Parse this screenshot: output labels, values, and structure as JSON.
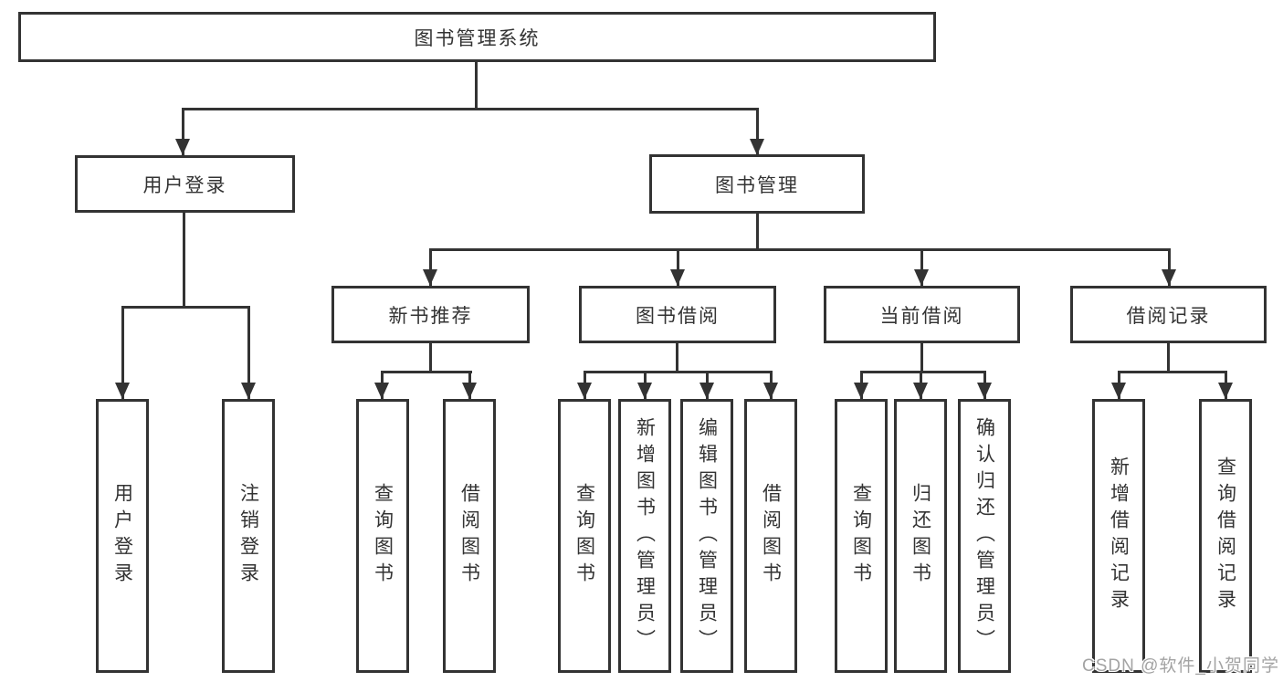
{
  "diagram": {
    "root": {
      "label": "图书管理系统"
    },
    "level2": {
      "user_login": {
        "label": "用户登录"
      },
      "book_mgmt": {
        "label": "图书管理"
      }
    },
    "level3": {
      "new_book_rec": {
        "label": "新书推荐"
      },
      "book_borrow": {
        "label": "图书借阅"
      },
      "current_borrow": {
        "label": "当前借阅"
      },
      "borrow_record": {
        "label": "借阅记录"
      }
    },
    "leaves": {
      "user_login_leaf": {
        "label": "用户登录"
      },
      "logout": {
        "label": "注销登录"
      },
      "rec_query_book": {
        "label": "查询图书"
      },
      "rec_borrow_book": {
        "label": "借阅图书"
      },
      "bb_query_book": {
        "label": "查询图书"
      },
      "bb_add_book": {
        "label": "新增图书（管理员）"
      },
      "bb_edit_book": {
        "label": "编辑图书（管理员）"
      },
      "bb_borrow_book": {
        "label": "借阅图书"
      },
      "cb_query_book": {
        "label": "查询图书"
      },
      "cb_return_book": {
        "label": "归还图书"
      },
      "cb_confirm_return": {
        "label": "确认归还（管理员）"
      },
      "br_add_record": {
        "label": "新增借阅记录"
      },
      "br_query_record": {
        "label": "查询借阅记录"
      }
    }
  },
  "watermark": {
    "text": "CSDN @软件_小贺同学"
  },
  "colors": {
    "line": "#333333",
    "text": "#333333",
    "watermark": "#a3a3a3",
    "background": "#ffffff"
  }
}
